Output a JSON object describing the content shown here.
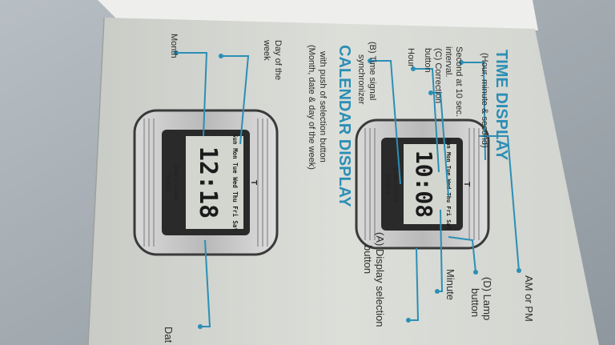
{
  "manual": {
    "time_heading": "TIME DISPLAY",
    "time_subheading": "(Hour, minute & second)",
    "labels": {
      "hour": "Hour",
      "correction_button_l1": "(C) Correction",
      "correction_button_l2": "button",
      "second_interval_l1": "Second at 10 sec.",
      "second_interval_l2": "interval.",
      "time_signal_l1": "(B) Time signal",
      "time_signal_l2": "synchronizer",
      "display_selection_l1": "(A) Display selection",
      "display_selection_l2": "button",
      "minute": "Minute",
      "lamp_button_l1": "(D) Lamp",
      "lamp_button_l2": "button",
      "am_pm": "AM or PM"
    },
    "calendar_heading": "CALENDAR DISPLAY",
    "calendar_sub_l1": "with push of selection button",
    "calendar_sub_l2": "(Month, date & day of the week)",
    "calendar_labels": {
      "day_of_week_l1": "Day of the",
      "day_of_week_l2": "week",
      "month": "Month",
      "date_partial": "Dat"
    }
  },
  "watch_top": {
    "days": "Sun Mon Tue Wed Thu Fri Sat",
    "time": "10:08",
    "brand": "TISSOT",
    "model": "Quartz Crystal",
    "logo": "T"
  },
  "watch_bottom": {
    "days": "Sun Mon Tue Wed Thu Fri Sat",
    "date": "12:18",
    "brand": "TISSOT",
    "model": "Quartz Crystal",
    "logo": "T"
  },
  "colors": {
    "accent": "#2b8fb5",
    "page": "#d6d8d3",
    "ink": "#2c2c2c"
  }
}
